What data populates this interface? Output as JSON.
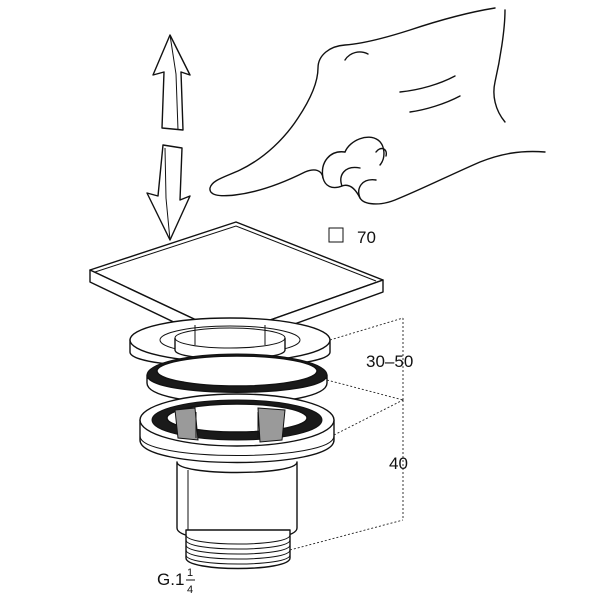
{
  "labels": {
    "size_symbol": "□",
    "size_value": "70",
    "height_range": "30–50",
    "body_height": "40",
    "thread_prefix": "G.1",
    "thread_num": "1",
    "thread_den": "4"
  }
}
